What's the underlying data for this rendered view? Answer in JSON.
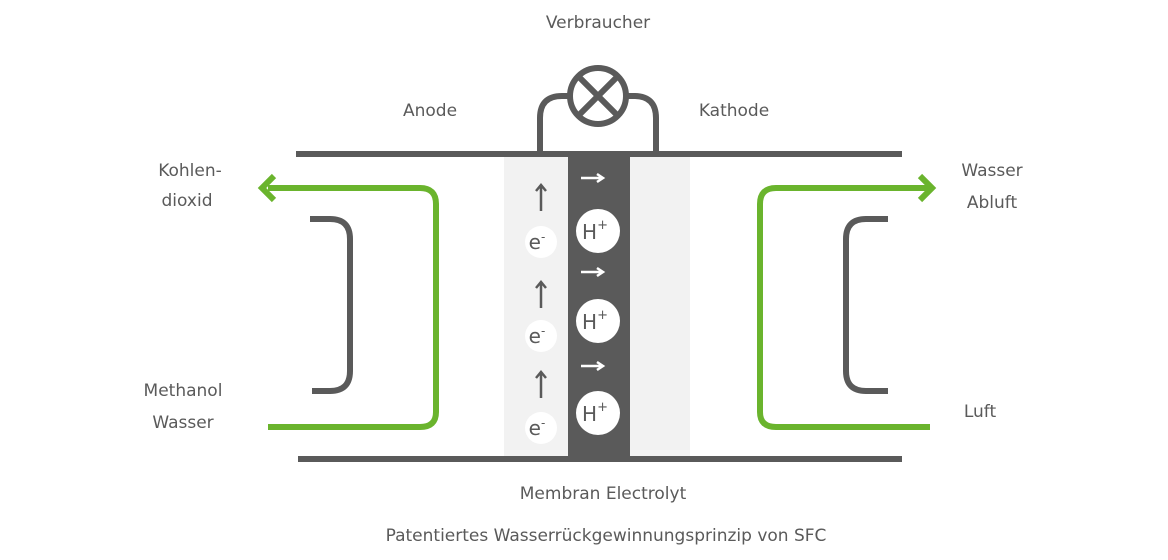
{
  "labels": {
    "consumer": "Verbraucher",
    "anode": "Anode",
    "cathode": "Kathode",
    "co2_line1": "Kohlen-",
    "co2_line2": "dioxid",
    "fuel_line1": "Methanol",
    "fuel_line2": "Wasser",
    "exhaust_line1": "Wasser",
    "exhaust_line2": "Abluft",
    "air": "Luft",
    "membrane": "Membran Electrolyt",
    "caption": "Patentiertes Wasserrückgewinnungsprinzip von SFC"
  },
  "particles": {
    "electron": "e",
    "electron_sup": "-",
    "proton": "H",
    "proton_sup": "+"
  },
  "colors": {
    "green": "#6ab42d",
    "gray": "#5a5a5a",
    "panel": "#f2f2f2"
  }
}
